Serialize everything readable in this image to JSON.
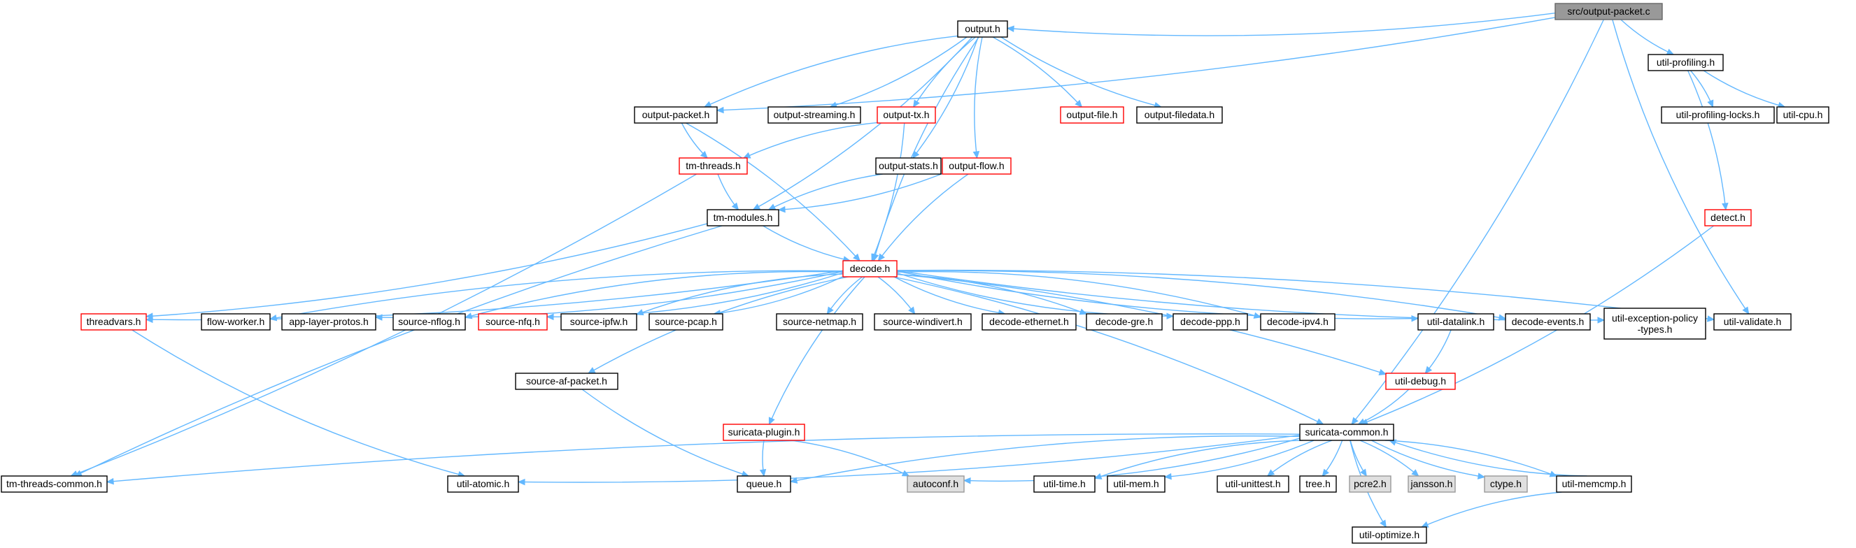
{
  "graph": {
    "colors": {
      "edge": "#63b8ff",
      "root_fill": "#999999",
      "default_border": "#000000",
      "truncated_border": "#ff0000",
      "system_fill": "#e0e0e0",
      "system_border": "#999999"
    },
    "nodes": [
      {
        "id": "root",
        "label": "src/output-packet.c",
        "style": "root"
      },
      {
        "id": "output_h",
        "label": "output.h",
        "style": "normal"
      },
      {
        "id": "util_profiling",
        "label": "util-profiling.h",
        "style": "normal"
      },
      {
        "id": "output_packet_h",
        "label": "output-packet.h",
        "style": "normal"
      },
      {
        "id": "output_streaming",
        "label": "output-streaming.h",
        "style": "normal"
      },
      {
        "id": "output_tx",
        "label": "output-tx.h",
        "style": "truncated"
      },
      {
        "id": "output_file",
        "label": "output-file.h",
        "style": "truncated"
      },
      {
        "id": "output_filedata",
        "label": "output-filedata.h",
        "style": "normal"
      },
      {
        "id": "util_profiling_locks",
        "label": "util-profiling-locks.h",
        "style": "normal"
      },
      {
        "id": "util_cpu",
        "label": "util-cpu.h",
        "style": "normal"
      },
      {
        "id": "tm_threads",
        "label": "tm-threads.h",
        "style": "truncated"
      },
      {
        "id": "output_stats",
        "label": "output-stats.h",
        "style": "normal"
      },
      {
        "id": "output_flow",
        "label": "output-flow.h",
        "style": "truncated"
      },
      {
        "id": "detect_h",
        "label": "detect.h",
        "style": "truncated"
      },
      {
        "id": "tm_modules",
        "label": "tm-modules.h",
        "style": "normal"
      },
      {
        "id": "decode_h",
        "label": "decode.h",
        "style": "truncated"
      },
      {
        "id": "threadvars",
        "label": "threadvars.h",
        "style": "truncated"
      },
      {
        "id": "flow_worker",
        "label": "flow-worker.h",
        "style": "normal"
      },
      {
        "id": "app_layer_protos",
        "label": "app-layer-protos.h",
        "style": "normal"
      },
      {
        "id": "source_nflog",
        "label": "source-nflog.h",
        "style": "normal"
      },
      {
        "id": "source_nfq",
        "label": "source-nfq.h",
        "style": "truncated"
      },
      {
        "id": "source_ipfw",
        "label": "source-ipfw.h",
        "style": "normal"
      },
      {
        "id": "source_pcap",
        "label": "source-pcap.h",
        "style": "normal"
      },
      {
        "id": "source_netmap",
        "label": "source-netmap.h",
        "style": "normal"
      },
      {
        "id": "source_windivert",
        "label": "source-windivert.h",
        "style": "normal"
      },
      {
        "id": "decode_ethernet",
        "label": "decode-ethernet.h",
        "style": "normal"
      },
      {
        "id": "decode_gre",
        "label": "decode-gre.h",
        "style": "normal"
      },
      {
        "id": "decode_ppp",
        "label": "decode-ppp.h",
        "style": "normal"
      },
      {
        "id": "decode_ipv4",
        "label": "decode-ipv4.h",
        "style": "normal"
      },
      {
        "id": "util_datalink",
        "label": "util-datalink.h",
        "style": "normal"
      },
      {
        "id": "decode_events",
        "label": "decode-events.h",
        "style": "normal"
      },
      {
        "id": "util_exception_policy",
        "label": "util-exception-policy\n-types.h",
        "style": "normal"
      },
      {
        "id": "util_validate",
        "label": "util-validate.h",
        "style": "normal"
      },
      {
        "id": "source_af_packet",
        "label": "source-af-packet.h",
        "style": "normal"
      },
      {
        "id": "util_debug",
        "label": "util-debug.h",
        "style": "truncated"
      },
      {
        "id": "suricata_plugin",
        "label": "suricata-plugin.h",
        "style": "truncated"
      },
      {
        "id": "suricata_common",
        "label": "suricata-common.h",
        "style": "normal"
      },
      {
        "id": "tm_threads_common",
        "label": "tm-threads-common.h",
        "style": "normal"
      },
      {
        "id": "util_atomic",
        "label": "util-atomic.h",
        "style": "normal"
      },
      {
        "id": "queue_h",
        "label": "queue.h",
        "style": "normal"
      },
      {
        "id": "autoconf",
        "label": "autoconf.h",
        "style": "system"
      },
      {
        "id": "util_time",
        "label": "util-time.h",
        "style": "normal"
      },
      {
        "id": "util_mem",
        "label": "util-mem.h",
        "style": "normal"
      },
      {
        "id": "util_unittest",
        "label": "util-unittest.h",
        "style": "normal"
      },
      {
        "id": "tree_h",
        "label": "tree.h",
        "style": "normal"
      },
      {
        "id": "pcre2",
        "label": "pcre2.h",
        "style": "system"
      },
      {
        "id": "jansson",
        "label": "jansson.h",
        "style": "system"
      },
      {
        "id": "ctype",
        "label": "ctype.h",
        "style": "system"
      },
      {
        "id": "util_memcmp",
        "label": "util-memcmp.h",
        "style": "normal"
      },
      {
        "id": "util_optimize",
        "label": "util-optimize.h",
        "style": "normal"
      }
    ],
    "edges": [
      [
        "root",
        "output_h"
      ],
      [
        "root",
        "util_profiling"
      ],
      [
        "root",
        "output_packet_h"
      ],
      [
        "root",
        "util_validate"
      ],
      [
        "root",
        "suricata_common"
      ],
      [
        "output_h",
        "output_packet_h"
      ],
      [
        "output_h",
        "output_streaming"
      ],
      [
        "output_h",
        "output_tx"
      ],
      [
        "output_h",
        "output_file"
      ],
      [
        "output_h",
        "output_filedata"
      ],
      [
        "output_h",
        "output_stats"
      ],
      [
        "output_h",
        "output_flow"
      ],
      [
        "output_h",
        "tm_modules"
      ],
      [
        "output_h",
        "decode_h"
      ],
      [
        "util_profiling",
        "util_profiling_locks"
      ],
      [
        "util_profiling",
        "util_cpu"
      ],
      [
        "util_profiling",
        "detect_h"
      ],
      [
        "output_packet_h",
        "tm_threads"
      ],
      [
        "output_packet_h",
        "decode_h"
      ],
      [
        "output_tx",
        "tm_threads"
      ],
      [
        "output_tx",
        "decode_h"
      ],
      [
        "tm_threads",
        "tm_modules"
      ],
      [
        "tm_threads",
        "tm_threads_common"
      ],
      [
        "output_stats",
        "tm_modules"
      ],
      [
        "output_flow",
        "tm_modules"
      ],
      [
        "output_flow",
        "decode_h"
      ],
      [
        "detect_h",
        "suricata_common"
      ],
      [
        "tm_modules",
        "decode_h"
      ],
      [
        "tm_modules",
        "threadvars"
      ],
      [
        "tm_modules",
        "tm_threads_common"
      ],
      [
        "decode_h",
        "threadvars"
      ],
      [
        "decode_h",
        "flow_worker"
      ],
      [
        "decode_h",
        "app_layer_protos"
      ],
      [
        "decode_h",
        "source_nflog"
      ],
      [
        "decode_h",
        "source_nfq"
      ],
      [
        "decode_h",
        "source_ipfw"
      ],
      [
        "decode_h",
        "source_pcap"
      ],
      [
        "decode_h",
        "source_netmap"
      ],
      [
        "decode_h",
        "source_windivert"
      ],
      [
        "decode_h",
        "decode_ethernet"
      ],
      [
        "decode_h",
        "decode_gre"
      ],
      [
        "decode_h",
        "decode_ppp"
      ],
      [
        "decode_h",
        "decode_ipv4"
      ],
      [
        "decode_h",
        "util_datalink"
      ],
      [
        "decode_h",
        "decode_events"
      ],
      [
        "decode_h",
        "util_exception_policy"
      ],
      [
        "decode_h",
        "util_validate"
      ],
      [
        "decode_h",
        "source_af_packet"
      ],
      [
        "decode_h",
        "util_debug"
      ],
      [
        "decode_h",
        "suricata_plugin"
      ],
      [
        "decode_h",
        "suricata_common"
      ],
      [
        "threadvars",
        "util_atomic"
      ],
      [
        "util_datalink",
        "util_debug"
      ],
      [
        "source_af_packet",
        "queue_h"
      ],
      [
        "util_debug",
        "suricata_common"
      ],
      [
        "suricata_plugin",
        "queue_h"
      ],
      [
        "suricata_plugin",
        "autoconf"
      ],
      [
        "suricata_common",
        "tm_threads_common"
      ],
      [
        "suricata_common",
        "util_atomic"
      ],
      [
        "suricata_common",
        "queue_h"
      ],
      [
        "suricata_common",
        "autoconf"
      ],
      [
        "suricata_common",
        "util_time"
      ],
      [
        "suricata_common",
        "util_mem"
      ],
      [
        "suricata_common",
        "util_unittest"
      ],
      [
        "suricata_common",
        "tree_h"
      ],
      [
        "suricata_common",
        "pcre2"
      ],
      [
        "suricata_common",
        "jansson"
      ],
      [
        "suricata_common",
        "ctype"
      ],
      [
        "suricata_common",
        "util_memcmp"
      ],
      [
        "suricata_common",
        "util_optimize"
      ],
      [
        "util_memcmp",
        "suricata_common"
      ],
      [
        "util_memcmp",
        "util_optimize"
      ]
    ]
  }
}
